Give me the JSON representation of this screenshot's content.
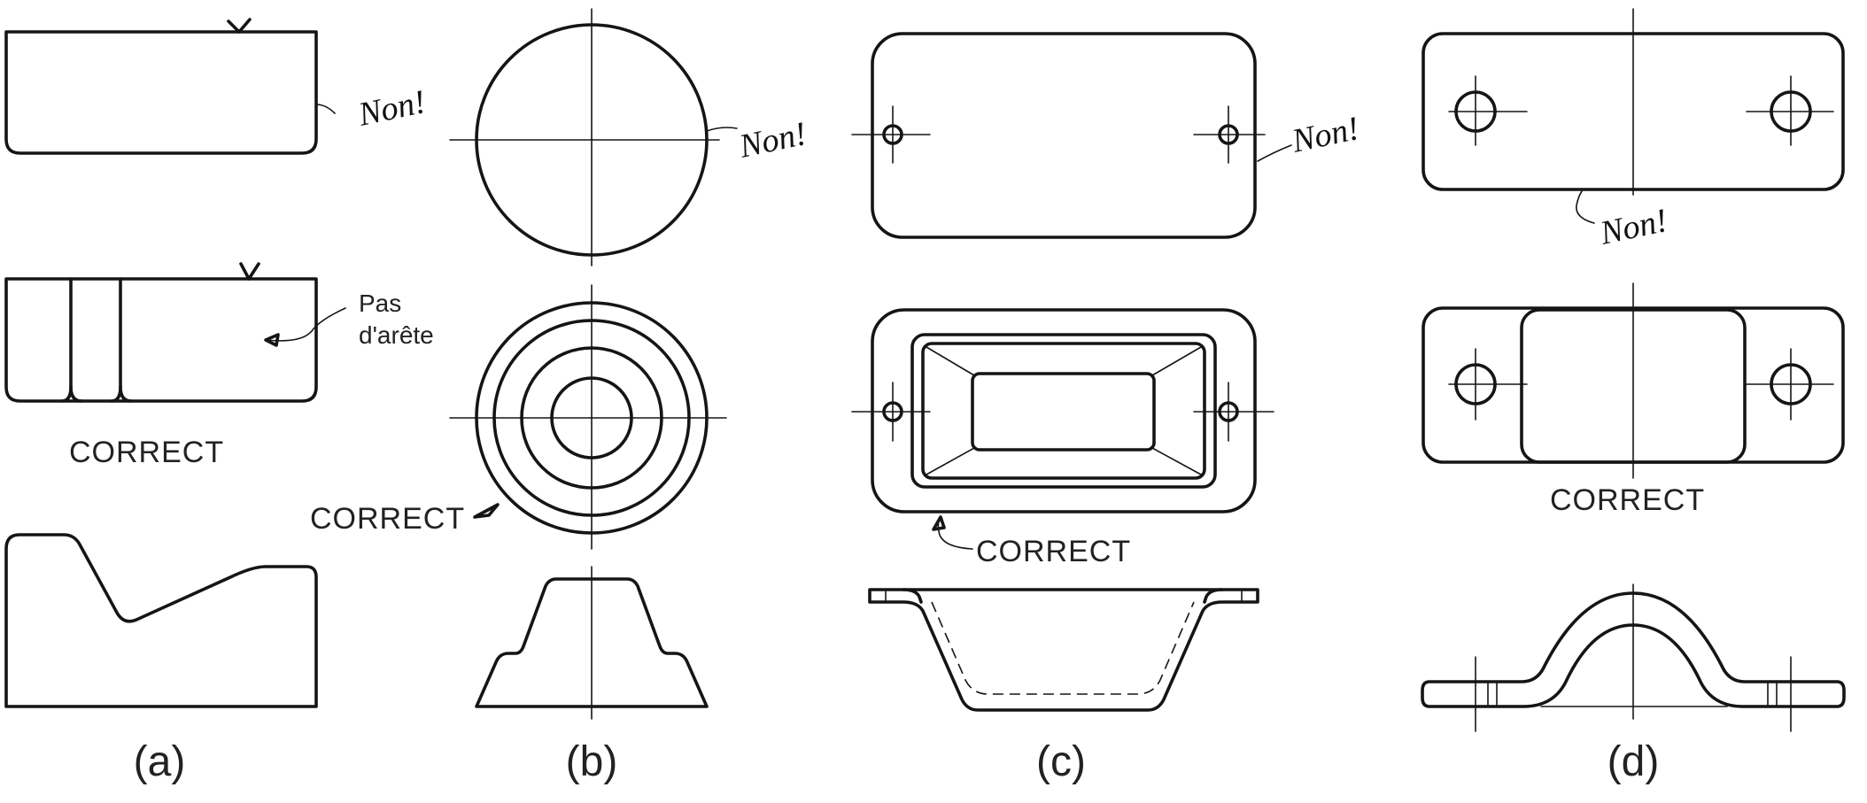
{
  "labels": {
    "non": "Non!",
    "correct": "CORRECT",
    "pas_darete_line1": "Pas",
    "pas_darete_line2": "d'arête"
  },
  "captions": {
    "a": "(a)",
    "b": "(b)",
    "c": "(c)",
    "d": "(d)"
  }
}
